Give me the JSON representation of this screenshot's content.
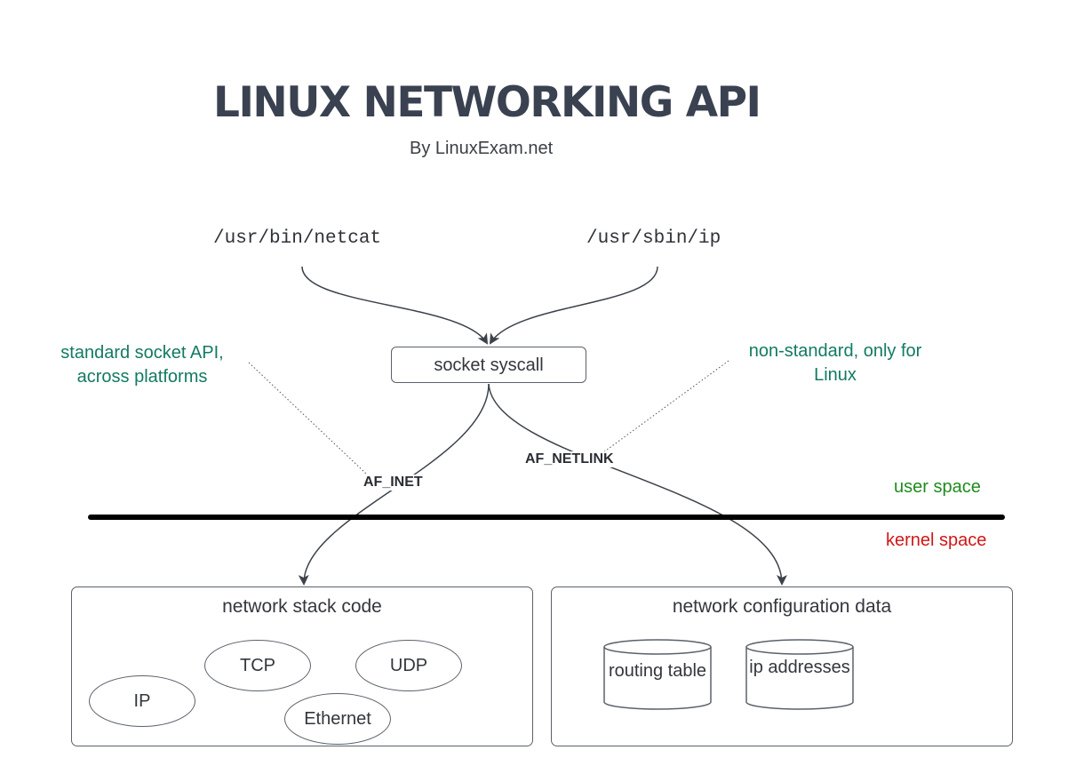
{
  "title": "LINUX NETWORKING API",
  "subtitle": "By LinuxExam.net",
  "programs": {
    "netcat": "/usr/bin/netcat",
    "ip": "/usr/sbin/ip"
  },
  "syscall_label": "socket syscall",
  "notes": {
    "standard": "standard socket API, across platforms",
    "nonstandard": "non-standard, only for Linux"
  },
  "families": {
    "inet": "AF_INET",
    "netlink": "AF_NETLINK"
  },
  "spaces": {
    "user": "user space",
    "kernel": "kernel space"
  },
  "network_stack": {
    "label": "network stack code",
    "protocols": [
      "IP",
      "TCP",
      "UDP",
      "Ethernet"
    ]
  },
  "network_config": {
    "label": "network configuration data",
    "stores": [
      "routing table",
      "ip addresses"
    ]
  },
  "colors": {
    "note_text": "#137a63",
    "user_space": "#1f8b1f",
    "kernel_space": "#d01717",
    "line": "#3d424a",
    "title": "#3a4150"
  }
}
